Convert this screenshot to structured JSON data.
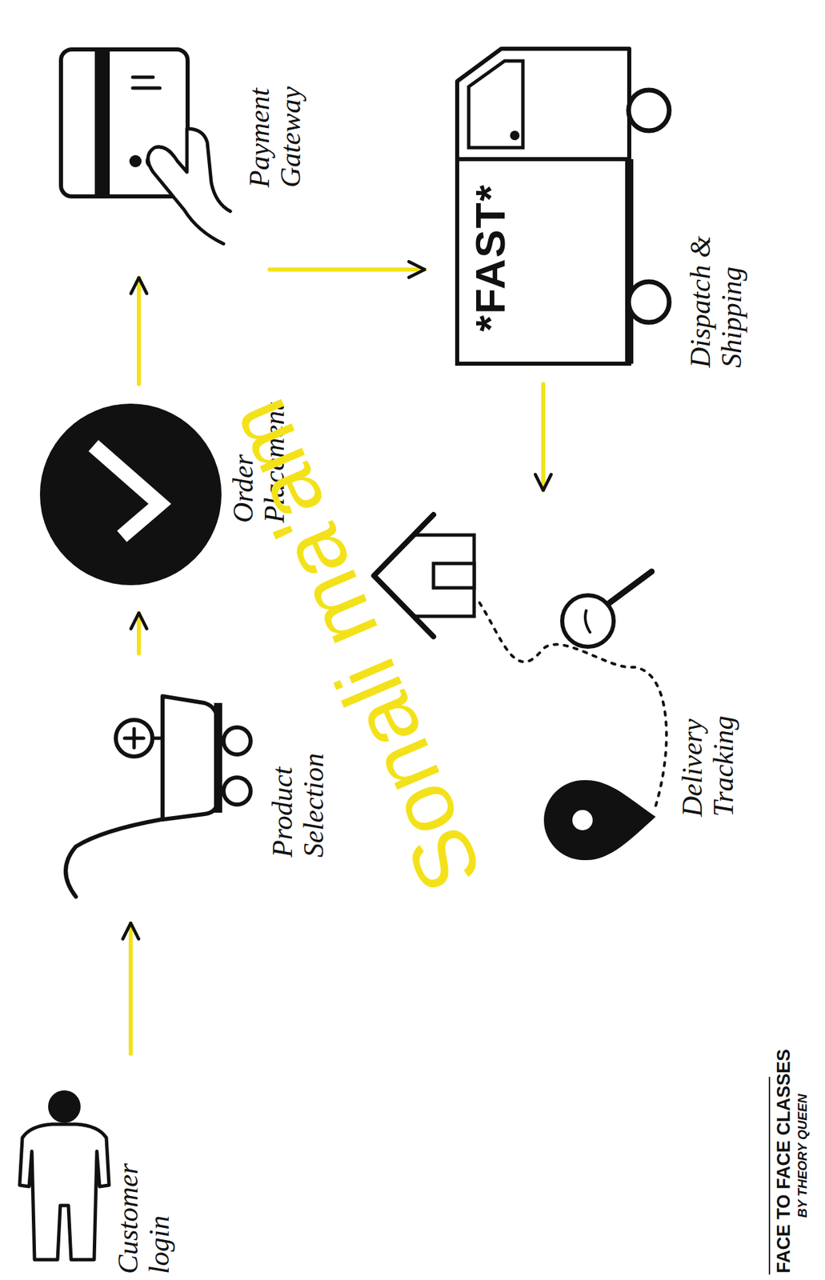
{
  "diagram": {
    "nodes": [
      {
        "text": [
          "Customer login"
        ]
      },
      {
        "text": [
          "Product Selection"
        ]
      },
      {
        "text": [
          "Order Placement"
        ]
      },
      {
        "text": [
          "Payment Gateway"
        ]
      },
      {
        "text": [
          "*FAST*",
          "Dispatch & Shipping"
        ]
      },
      {
        "text": [
          "Delivery Tracking"
        ]
      }
    ],
    "edges": [
      {
        "from": 0,
        "to": 1,
        "arrow": "to"
      },
      {
        "from": 1,
        "to": 2,
        "arrow": "to"
      },
      {
        "from": 2,
        "to": 3,
        "arrow": "to"
      },
      {
        "from": 3,
        "to": 4,
        "arrow": "to"
      },
      {
        "from": 4,
        "to": 5,
        "arrow": "to"
      }
    ],
    "labels": [
      "Sonali ma'am",
      "FACE TO FACE CLASSES",
      "BY THEORY QUEEN"
    ]
  }
}
